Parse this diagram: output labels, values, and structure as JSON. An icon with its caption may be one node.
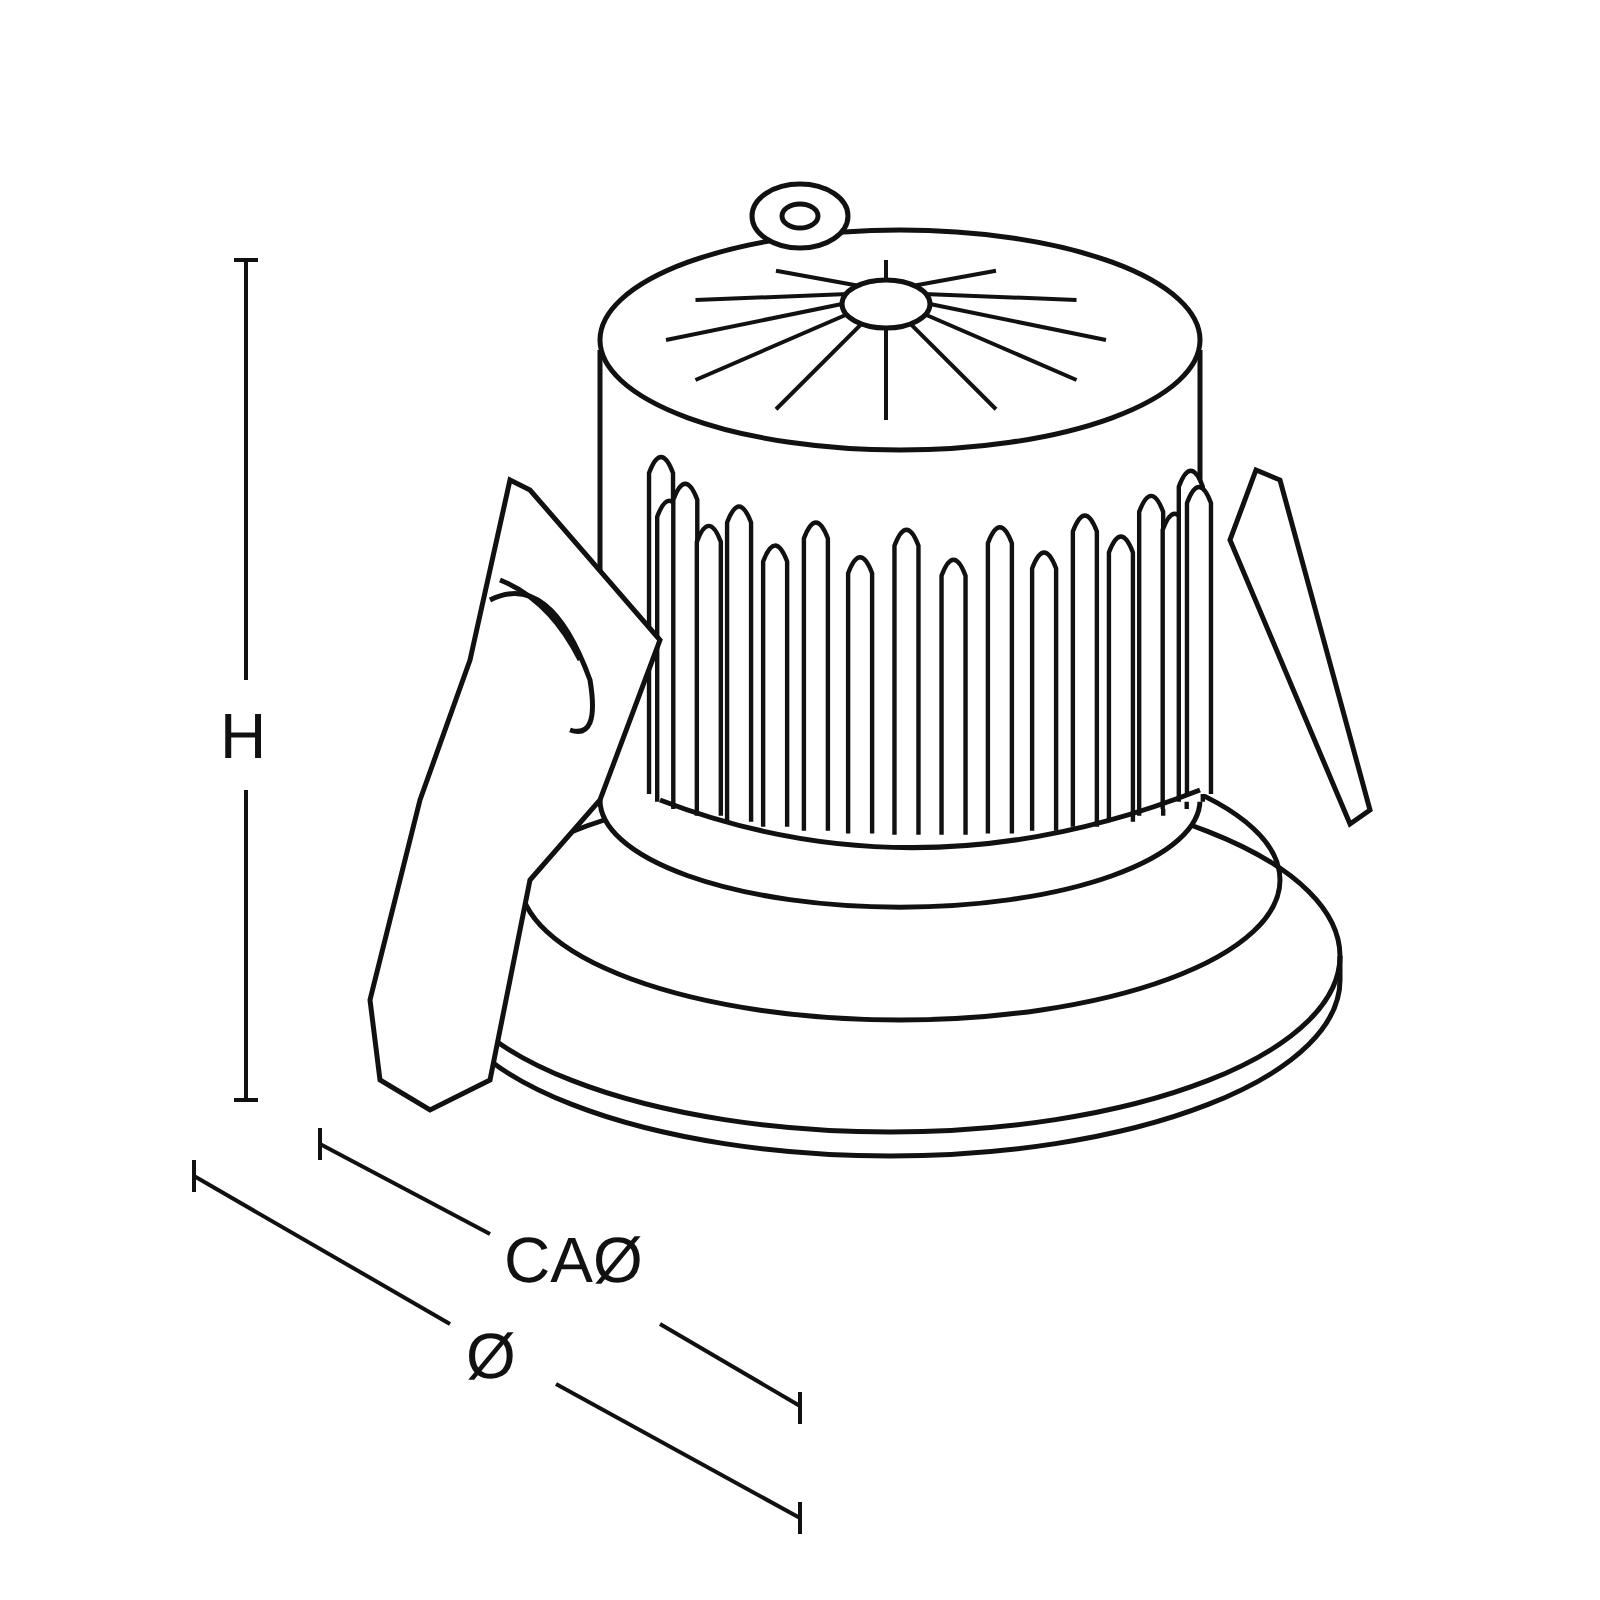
{
  "diagram": {
    "labels": [
      "H",
      "CAØ",
      "Ø"
    ]
  }
}
